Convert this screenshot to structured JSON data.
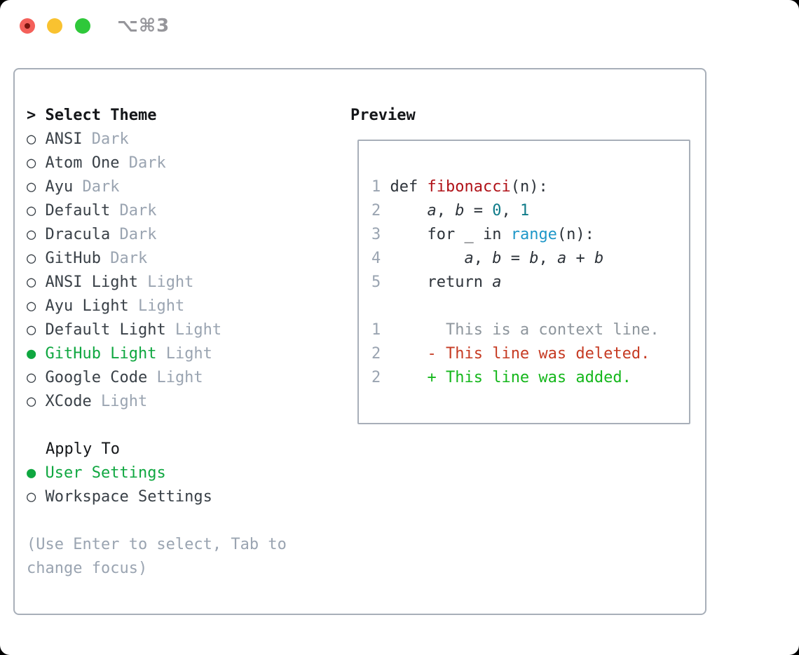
{
  "window": {
    "title": "⌥⌘3"
  },
  "traffic_lights": {
    "close_color": "#f4605a",
    "close_dot_color": "#7b150e",
    "minimize_color": "#f9c230",
    "zoom_color": "#2fc83a"
  },
  "markers": {
    "focus_arrow": ">",
    "radio_selected": "●",
    "radio_unselected": "○"
  },
  "theme_list": {
    "header": "Select Theme",
    "items": [
      {
        "name": "ANSI",
        "variant": "Dark",
        "selected": false
      },
      {
        "name": "Atom One",
        "variant": "Dark",
        "selected": false
      },
      {
        "name": "Ayu",
        "variant": "Dark",
        "selected": false
      },
      {
        "name": "Default",
        "variant": "Dark",
        "selected": false
      },
      {
        "name": "Dracula",
        "variant": "Dark",
        "selected": false
      },
      {
        "name": "GitHub",
        "variant": "Dark",
        "selected": false
      },
      {
        "name": "ANSI Light",
        "variant": "Light",
        "selected": false
      },
      {
        "name": "Ayu Light",
        "variant": "Light",
        "selected": false
      },
      {
        "name": "Default Light",
        "variant": "Light",
        "selected": false
      },
      {
        "name": "GitHub Light",
        "variant": "Light",
        "selected": true
      },
      {
        "name": "Google Code",
        "variant": "Light",
        "selected": false
      },
      {
        "name": "XCode",
        "variant": "Light",
        "selected": false
      }
    ]
  },
  "apply_to": {
    "header": "Apply To",
    "options": [
      {
        "label": "User Settings",
        "selected": true
      },
      {
        "label": "Workspace Settings",
        "selected": false
      }
    ]
  },
  "hint": {
    "line1": "(Use Enter to select, Tab to",
    "line2": "change focus)"
  },
  "preview": {
    "header": "Preview",
    "code_lines": [
      [
        {
          "t": "1 ",
          "c": "lineno"
        },
        {
          "t": "def ",
          "c": "code"
        },
        {
          "t": "fibonacci",
          "c": "func"
        },
        {
          "t": "(n):",
          "c": "code"
        }
      ],
      [
        {
          "t": "2",
          "c": "lineno"
        },
        {
          "t": "     ",
          "c": "code"
        },
        {
          "t": "a",
          "c": "var",
          "i": true
        },
        {
          "t": ", ",
          "c": "code"
        },
        {
          "t": "b",
          "c": "var",
          "i": true
        },
        {
          "t": " = ",
          "c": "code"
        },
        {
          "t": "0",
          "c": "num"
        },
        {
          "t": ", ",
          "c": "code"
        },
        {
          "t": "1",
          "c": "num"
        }
      ],
      [
        {
          "t": "3",
          "c": "lineno"
        },
        {
          "t": "     ",
          "c": "code"
        },
        {
          "t": "for _ in ",
          "c": "code"
        },
        {
          "t": "range",
          "c": "call"
        },
        {
          "t": "(n):",
          "c": "code"
        }
      ],
      [
        {
          "t": "4",
          "c": "lineno"
        },
        {
          "t": "         ",
          "c": "code"
        },
        {
          "t": "a",
          "c": "var",
          "i": true
        },
        {
          "t": ", ",
          "c": "code"
        },
        {
          "t": "b",
          "c": "var",
          "i": true
        },
        {
          "t": " = ",
          "c": "code"
        },
        {
          "t": "b",
          "c": "var",
          "i": true
        },
        {
          "t": ", ",
          "c": "code"
        },
        {
          "t": "a",
          "c": "var",
          "i": true
        },
        {
          "t": " + ",
          "c": "code"
        },
        {
          "t": "b",
          "c": "var",
          "i": true
        }
      ],
      [
        {
          "t": "5",
          "c": "lineno"
        },
        {
          "t": "     ",
          "c": "code"
        },
        {
          "t": "return ",
          "c": "code"
        },
        {
          "t": "a",
          "c": "var",
          "i": true
        }
      ],
      [],
      [
        {
          "t": "1",
          "c": "lineno"
        },
        {
          "t": "       ",
          "c": "code"
        },
        {
          "t": "This is a context line.",
          "c": "context"
        }
      ],
      [
        {
          "t": "2",
          "c": "lineno"
        },
        {
          "t": "     ",
          "c": "code"
        },
        {
          "t": "- This line was deleted.",
          "c": "deleted"
        }
      ],
      [
        {
          "t": "2",
          "c": "lineno"
        },
        {
          "t": "     ",
          "c": "code"
        },
        {
          "t": "+ This line was added.",
          "c": "added"
        }
      ]
    ]
  },
  "colors": {
    "heading": "#141619",
    "item": "#394047",
    "variant": "#9aa4b1",
    "selected_green": "#0fa740",
    "hint": "#9aa4b1",
    "border": "#a8afb9",
    "titlebar_text": "#96969b",
    "lineno": "#9aa4b1",
    "code": "#2d333a",
    "func": "#b01218",
    "num": "#0f7b89",
    "call": "#1e97c8",
    "var": "#2d333a",
    "context": "#8e969d",
    "deleted": "#c63b23",
    "added": "#15b71c"
  }
}
